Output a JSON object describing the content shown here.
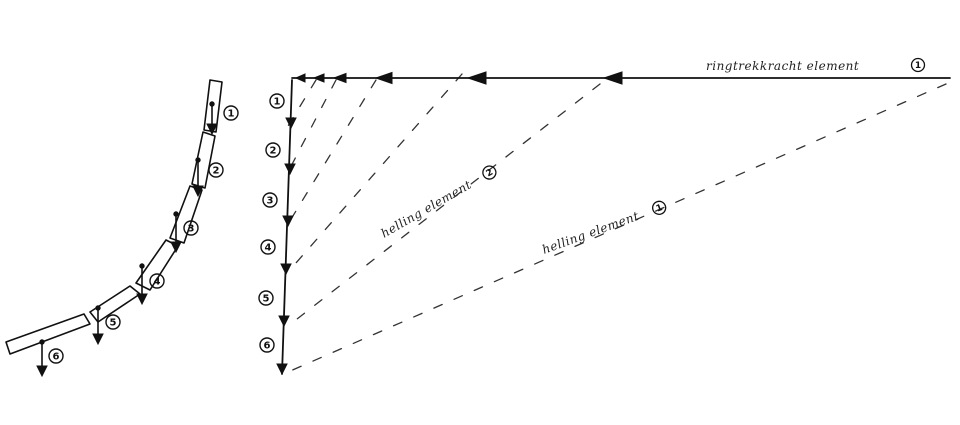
{
  "element_labels": [
    "1",
    "2",
    "3",
    "4",
    "5",
    "6"
  ],
  "label_ringtrekkracht": "ringtrekkracht element",
  "label_ringtrekkracht_num": "1",
  "label_helling_2": "helling element",
  "label_helling_2_num": "2",
  "label_helling_1": "helling element",
  "label_helling_1_num": "1",
  "ink_color": "#111111"
}
